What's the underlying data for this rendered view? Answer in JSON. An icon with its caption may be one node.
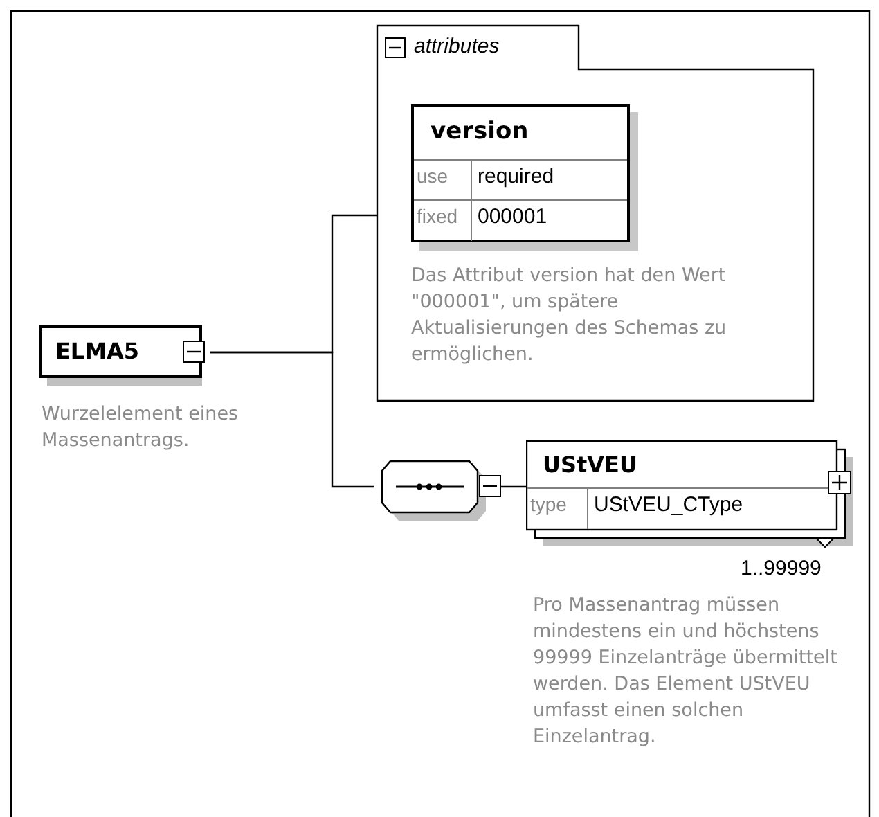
{
  "diagram": {
    "nodes": [
      {
        "text": [
          "ELMA5"
        ],
        "beside": [
          "Wurzelelement eines Massenantrags."
        ]
      },
      {
        "text": [
          "attributes",
          "Das Attribut version hat den Wert \"000001\", um spätere Aktualisierungen des Schemas zu ermöglichen."
        ]
      },
      {
        "text": [
          "version",
          "use",
          "required",
          "fixed",
          "000001"
        ],
        "in": 1
      },
      {
        "text": [],
        "shape": "octagon"
      },
      {
        "text": [
          "UStVEU",
          "type",
          "UStVEU_CType"
        ],
        "beside": [
          "1..99999",
          "Pro Massenantrag müssen mindestens ein und höchstens 99999 Einzelanträge übermittelt werden. Das Element UStVEU umfasst einen solchen Einzelantrag."
        ]
      }
    ],
    "edges": [
      {
        "from": 0,
        "to": 1,
        "arrow": "none"
      },
      {
        "from": 0,
        "to": 3,
        "arrow": "none"
      },
      {
        "from": 3,
        "to": 4,
        "arrow": "none"
      }
    ]
  }
}
